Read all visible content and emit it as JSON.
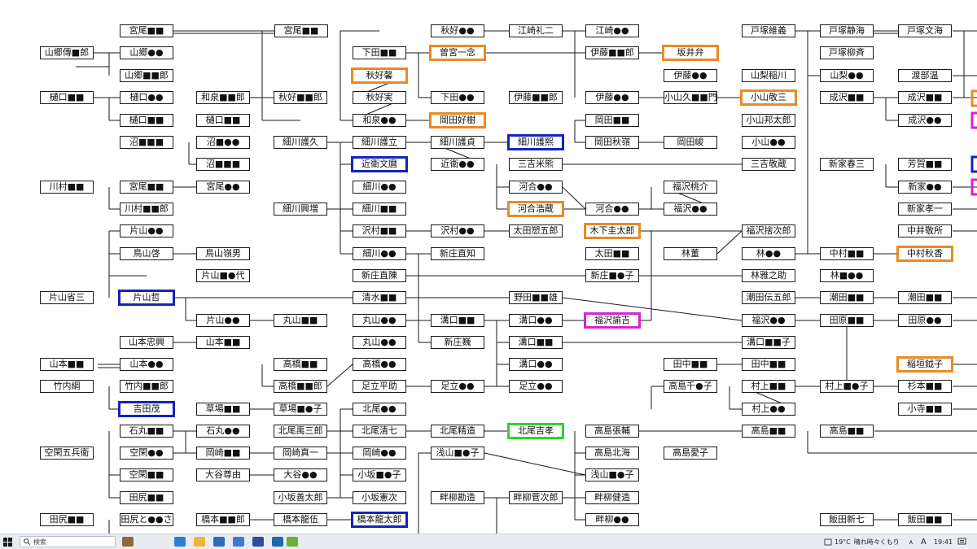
{
  "nodes": {
    "n1": {
      "label": "宮尾■■",
      "hl": ""
    },
    "n2": {
      "label": "宮尾■■",
      "hl": ""
    },
    "n3": {
      "label": "山郷●●",
      "hl": ""
    },
    "n4": {
      "label": "山郷傳■郎",
      "hl": ""
    },
    "n5": {
      "label": "山郷■■郎",
      "hl": ""
    },
    "n6": {
      "label": "樋口■■",
      "hl": ""
    },
    "n7": {
      "label": "樋口●●",
      "hl": ""
    },
    "n8": {
      "label": "和泉■■郎",
      "hl": ""
    },
    "n9": {
      "label": "秋好■■郎",
      "hl": ""
    },
    "n10": {
      "label": "樋口■■",
      "hl": ""
    },
    "n11": {
      "label": "樋口■■",
      "hl": ""
    },
    "n12": {
      "label": "沼■■■",
      "hl": ""
    },
    "n13": {
      "label": "沼■●●",
      "hl": ""
    },
    "n14": {
      "label": "沼■■■",
      "hl": ""
    },
    "n15": {
      "label": "川村■■",
      "hl": ""
    },
    "n16": {
      "label": "宮尾■■",
      "hl": ""
    },
    "n17": {
      "label": "宮尾●●",
      "hl": ""
    },
    "n18": {
      "label": "川村■■郎",
      "hl": ""
    },
    "n19": {
      "label": "片山●●",
      "hl": ""
    },
    "n20": {
      "label": "鳥山啓",
      "hl": ""
    },
    "n21": {
      "label": "鳥山嶺男",
      "hl": ""
    },
    "n22": {
      "label": "片山■●代",
      "hl": ""
    },
    "n23": {
      "label": "片山省三",
      "hl": ""
    },
    "n24": {
      "label": "片山哲",
      "hl": "blue"
    },
    "n25": {
      "label": "片山●●",
      "hl": ""
    },
    "n26": {
      "label": "山本忠興",
      "hl": ""
    },
    "n27": {
      "label": "山本■■",
      "hl": ""
    },
    "n28": {
      "label": "山本■■",
      "hl": ""
    },
    "n29": {
      "label": "山本●●",
      "hl": ""
    },
    "n30": {
      "label": "竹内綱",
      "hl": ""
    },
    "n31": {
      "label": "竹内■■郎",
      "hl": ""
    },
    "n32": {
      "label": "吉田茂",
      "hl": "blue"
    },
    "n33": {
      "label": "草場■■",
      "hl": ""
    },
    "n34": {
      "label": "草場■●子",
      "hl": ""
    },
    "n35": {
      "label": "石丸■■",
      "hl": ""
    },
    "n36": {
      "label": "石丸●●",
      "hl": ""
    },
    "n37": {
      "label": "空閑五兵衛",
      "hl": ""
    },
    "n38": {
      "label": "空閑●●",
      "hl": ""
    },
    "n39": {
      "label": "岡崎■■",
      "hl": ""
    },
    "n40": {
      "label": "岡崎真一",
      "hl": ""
    },
    "n41": {
      "label": "空閑■■",
      "hl": ""
    },
    "n42": {
      "label": "大谷尊由",
      "hl": ""
    },
    "n43": {
      "label": "大谷●●",
      "hl": ""
    },
    "n44": {
      "label": "田尻■■",
      "hl": ""
    },
    "n45": {
      "label": "田尻■■",
      "hl": ""
    },
    "n46": {
      "label": "田尻と●●さ",
      "hl": ""
    },
    "n47": {
      "label": "橋本■■郎",
      "hl": ""
    },
    "n48": {
      "label": "橋本龍伍",
      "hl": ""
    },
    "n49": {
      "label": "橋本龍太郎",
      "hl": "blue"
    },
    "n50": {
      "label": "宮尾■■",
      "hl": ""
    },
    "n51": {
      "label": "細川護久",
      "hl": ""
    },
    "n52": {
      "label": "細川興増",
      "hl": ""
    },
    "n53": {
      "label": "丸山■■",
      "hl": ""
    },
    "n54": {
      "label": "高橋■■",
      "hl": ""
    },
    "n55": {
      "label": "高橋■■郎",
      "hl": ""
    },
    "n56": {
      "label": "草場■■",
      "hl": ""
    },
    "n57": {
      "label": "北尾禹三郎",
      "hl": ""
    },
    "n58": {
      "label": "小坂善太郎",
      "hl": ""
    },
    "n59": {
      "label": "秋好●●",
      "hl": ""
    },
    "n60": {
      "label": "下田■■",
      "hl": ""
    },
    "n61": {
      "label": "秋好馨",
      "hl": "orange"
    },
    "n62": {
      "label": "秋好実",
      "hl": ""
    },
    "n63": {
      "label": "和泉●●",
      "hl": ""
    },
    "n64": {
      "label": "細川護立",
      "hl": ""
    },
    "n65": {
      "label": "近衛文麿",
      "hl": "blue"
    },
    "n66": {
      "label": "細川●●",
      "hl": ""
    },
    "n67": {
      "label": "細川■■",
      "hl": ""
    },
    "n68": {
      "label": "沢村■■",
      "hl": ""
    },
    "n69": {
      "label": "細川●●",
      "hl": ""
    },
    "n70": {
      "label": "新庄直陳",
      "hl": ""
    },
    "n71": {
      "label": "清水■■",
      "hl": ""
    },
    "n72": {
      "label": "丸山●●",
      "hl": ""
    },
    "n73": {
      "label": "丸山●●",
      "hl": ""
    },
    "n74": {
      "label": "高橋●●",
      "hl": ""
    },
    "n75": {
      "label": "足立平助",
      "hl": ""
    },
    "n76": {
      "label": "北尾●●",
      "hl": ""
    },
    "n77": {
      "label": "北尾清七",
      "hl": ""
    },
    "n78": {
      "label": "岡崎●●",
      "hl": ""
    },
    "n79": {
      "label": "小坂■●子",
      "hl": ""
    },
    "n80": {
      "label": "小坂憲次",
      "hl": ""
    },
    "n81": {
      "label": "秋好●●",
      "hl": ""
    },
    "n82": {
      "label": "曽宮一念",
      "hl": "orange"
    },
    "n83": {
      "label": "下田●●",
      "hl": ""
    },
    "n84": {
      "label": "岡田好樹",
      "hl": "orange"
    },
    "n85": {
      "label": "細川護貞",
      "hl": ""
    },
    "n86": {
      "label": "近衛●●",
      "hl": ""
    },
    "n87": {
      "label": "沢村●●",
      "hl": ""
    },
    "n88": {
      "label": "新庄直知",
      "hl": ""
    },
    "n89": {
      "label": "溝口■■",
      "hl": ""
    },
    "n90": {
      "label": "新庄巍",
      "hl": ""
    },
    "n91": {
      "label": "足立●●",
      "hl": ""
    },
    "n92": {
      "label": "北尾精造",
      "hl": ""
    },
    "n93": {
      "label": "浅山■●子",
      "hl": ""
    },
    "n94": {
      "label": "畔柳勘造",
      "hl": ""
    },
    "n95": {
      "label": "江崎礼二",
      "hl": ""
    },
    "n96": {
      "label": "伊藤■■郎",
      "hl": ""
    },
    "n97": {
      "label": "細川護熙",
      "hl": "blue"
    },
    "n98": {
      "label": "三吉米熊",
      "hl": ""
    },
    "n99": {
      "label": "河合●●",
      "hl": ""
    },
    "n100": {
      "label": "河合浩蔵",
      "hl": "orange"
    },
    "n101": {
      "label": "太田愬五郎",
      "hl": ""
    },
    "n102": {
      "label": "野田■■雄",
      "hl": ""
    },
    "n103": {
      "label": "溝口●●",
      "hl": ""
    },
    "n104": {
      "label": "溝口■■",
      "hl": ""
    },
    "n105": {
      "label": "溝口●●",
      "hl": ""
    },
    "n106": {
      "label": "足立●●",
      "hl": ""
    },
    "n107": {
      "label": "北尾吉孝",
      "hl": "green"
    },
    "n108": {
      "label": "畔柳菅次郎",
      "hl": ""
    },
    "n109": {
      "label": "江崎●●",
      "hl": ""
    },
    "n110": {
      "label": "伊藤■■郎",
      "hl": ""
    },
    "n111": {
      "label": "伊藤●●",
      "hl": ""
    },
    "n112": {
      "label": "岡田■■",
      "hl": ""
    },
    "n113": {
      "label": "岡田秋嶺",
      "hl": ""
    },
    "n114": {
      "label": "河合●●",
      "hl": ""
    },
    "n115": {
      "label": "木下圭太郎",
      "hl": "orange"
    },
    "n116": {
      "label": "太田■■",
      "hl": ""
    },
    "n117": {
      "label": "新庄■●子",
      "hl": ""
    },
    "n118": {
      "label": "福沢諭吉",
      "hl": "magenta"
    },
    "n119": {
      "label": "高島張輔",
      "hl": ""
    },
    "n120": {
      "label": "高島北海",
      "hl": ""
    },
    "n121": {
      "label": "浅山■●子",
      "hl": ""
    },
    "n122": {
      "label": "畔柳健造",
      "hl": ""
    },
    "n123": {
      "label": "畔柳●●",
      "hl": ""
    },
    "n124": {
      "label": "坂井弁",
      "hl": "orange"
    },
    "n125": {
      "label": "伊藤●●",
      "hl": ""
    },
    "n126": {
      "label": "小山久■■門",
      "hl": ""
    },
    "n127": {
      "label": "岡田峻",
      "hl": ""
    },
    "n128": {
      "label": "福沢桃介",
      "hl": ""
    },
    "n129": {
      "label": "福沢●●",
      "hl": ""
    },
    "n130": {
      "label": "林董",
      "hl": ""
    },
    "n131": {
      "label": "田中■■",
      "hl": ""
    },
    "n132": {
      "label": "高島千●子",
      "hl": ""
    },
    "n133": {
      "label": "高島愛子",
      "hl": ""
    },
    "n134": {
      "label": "戸塚維義",
      "hl": ""
    },
    "n135": {
      "label": "山梨稲川",
      "hl": ""
    },
    "n136": {
      "label": "小山敬三",
      "hl": "orange"
    },
    "n137": {
      "label": "小山邦太郎",
      "hl": ""
    },
    "n138": {
      "label": "小山●●",
      "hl": ""
    },
    "n139": {
      "label": "三吉敬蔵",
      "hl": ""
    },
    "n140": {
      "label": "福沢捨次郎",
      "hl": ""
    },
    "n141": {
      "label": "林●●",
      "hl": ""
    },
    "n142": {
      "label": "林雅之助",
      "hl": ""
    },
    "n143": {
      "label": "潮田伝五郎",
      "hl": ""
    },
    "n144": {
      "label": "福沢●●",
      "hl": ""
    },
    "n145": {
      "label": "溝口■■子",
      "hl": ""
    },
    "n146": {
      "label": "田中■■",
      "hl": ""
    },
    "n147": {
      "label": "村上■■",
      "hl": ""
    },
    "n148": {
      "label": "村上●●",
      "hl": ""
    },
    "n149": {
      "label": "高島■■",
      "hl": ""
    },
    "n150": {
      "label": "戸塚静海",
      "hl": ""
    },
    "n151": {
      "label": "戸塚柳斉",
      "hl": ""
    },
    "n152": {
      "label": "山梨●●",
      "hl": ""
    },
    "n153": {
      "label": "成沢■■",
      "hl": ""
    },
    "n154": {
      "label": "新家春三",
      "hl": ""
    },
    "n155": {
      "label": "中村■■",
      "hl": ""
    },
    "n156": {
      "label": "林■●●",
      "hl": ""
    },
    "n157": {
      "label": "潮田■■",
      "hl": ""
    },
    "n158": {
      "label": "田原■■",
      "hl": ""
    },
    "n159": {
      "label": "村上■●子",
      "hl": ""
    },
    "n160": {
      "label": "高島■■",
      "hl": ""
    },
    "n161": {
      "label": "飯田新七",
      "hl": ""
    },
    "n162": {
      "label": "戸塚文海",
      "hl": ""
    },
    "n163": {
      "label": "渡部温",
      "hl": ""
    },
    "n164": {
      "label": "成沢■■",
      "hl": ""
    },
    "n165": {
      "label": "成沢●●",
      "hl": ""
    },
    "n166": {
      "label": "芳賀■■",
      "hl": ""
    },
    "n167": {
      "label": "新家●●",
      "hl": ""
    },
    "n168": {
      "label": "新家孝一",
      "hl": ""
    },
    "n169": {
      "label": "中井敬所",
      "hl": ""
    },
    "n170": {
      "label": "中村秋香",
      "hl": "orange"
    },
    "n171": {
      "label": "潮田■■",
      "hl": ""
    },
    "n172": {
      "label": "田原●●",
      "hl": ""
    },
    "n173": {
      "label": "稲垣鉞子",
      "hl": "orange"
    },
    "n174": {
      "label": "杉本■■",
      "hl": ""
    },
    "n175": {
      "label": "小寺■■",
      "hl": ""
    },
    "n176": {
      "label": "飯田■■",
      "hl": ""
    }
  },
  "colors": {
    "line": "#1a1a1a",
    "orange": "#ea8a24",
    "blue": "#1424b8",
    "magenta": "#d622d0",
    "green": "#2ad62a"
  },
  "taskbar": {
    "search_placeholder": "検索",
    "weather_temp": "19°C",
    "weather_text": "晴れ時々くもり",
    "ime_mode": "A",
    "clock": "19:41"
  }
}
